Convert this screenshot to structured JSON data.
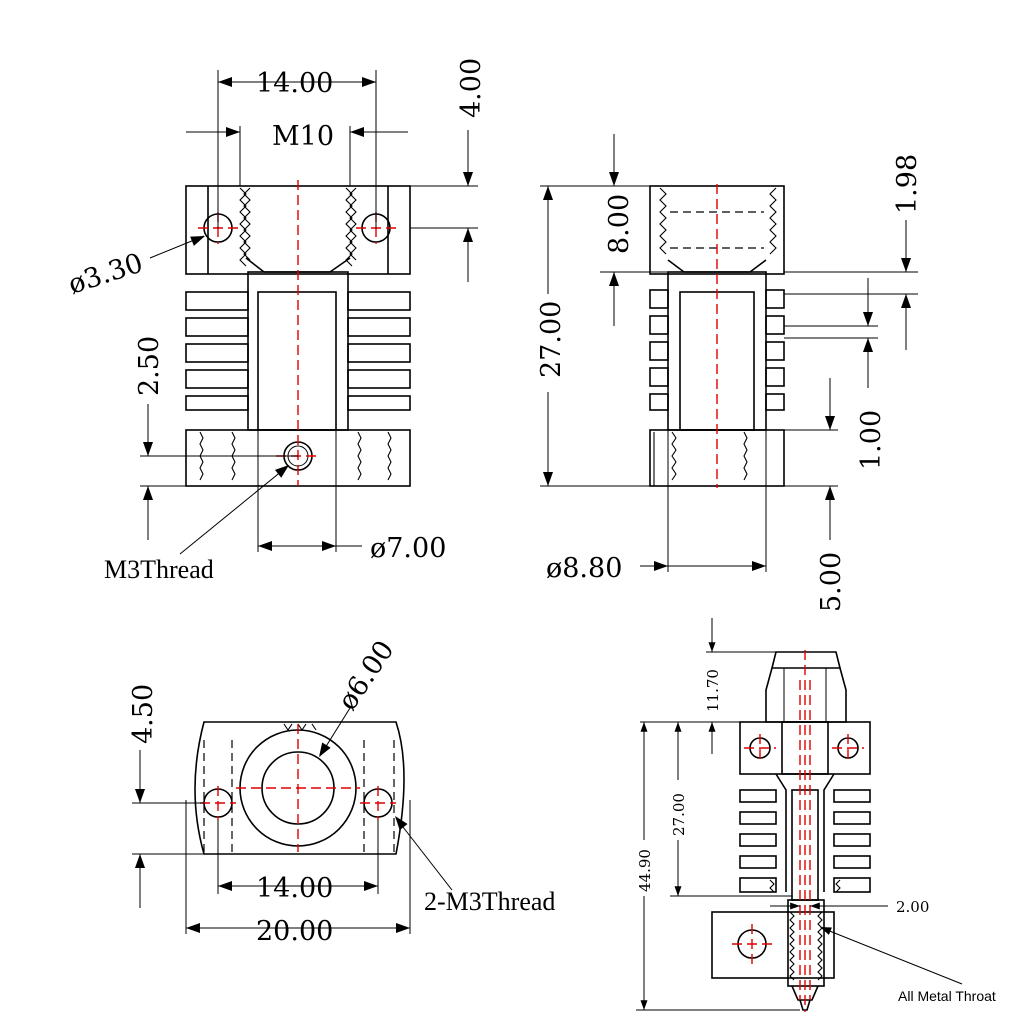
{
  "colors": {
    "line": "#000000",
    "centerline": "#e00000",
    "background": "#ffffff"
  },
  "front_view": {
    "dim_width_top": "14.00",
    "thread_label": "M10",
    "dim_top_offset": "4.00",
    "dim_hole_dia": "ø3.30",
    "dim_fin_pitch": "2.50",
    "dim_bore_dia": "ø7.00",
    "m3_thread_label": "M3Thread"
  },
  "side_view": {
    "dim_thread_depth": "8.00",
    "dim_total_height": "27.00",
    "dim_groove": "1.98",
    "dim_fin_gap": "1.00",
    "dim_base_height": "5.00",
    "dim_outer_dia": "ø8.80"
  },
  "top_view": {
    "dim_offset": "4.50",
    "dim_center_dia": "ø6.00",
    "dim_hole_spacing": "14.00",
    "dim_overall_width": "20.00",
    "thread_label": "2-M3Thread"
  },
  "assembly_view": {
    "dim_top": "11.70",
    "dim_heatsink": "27.00",
    "dim_overall": "44.90",
    "dim_throat": "2.00",
    "throat_label": "All Metal Throat"
  }
}
